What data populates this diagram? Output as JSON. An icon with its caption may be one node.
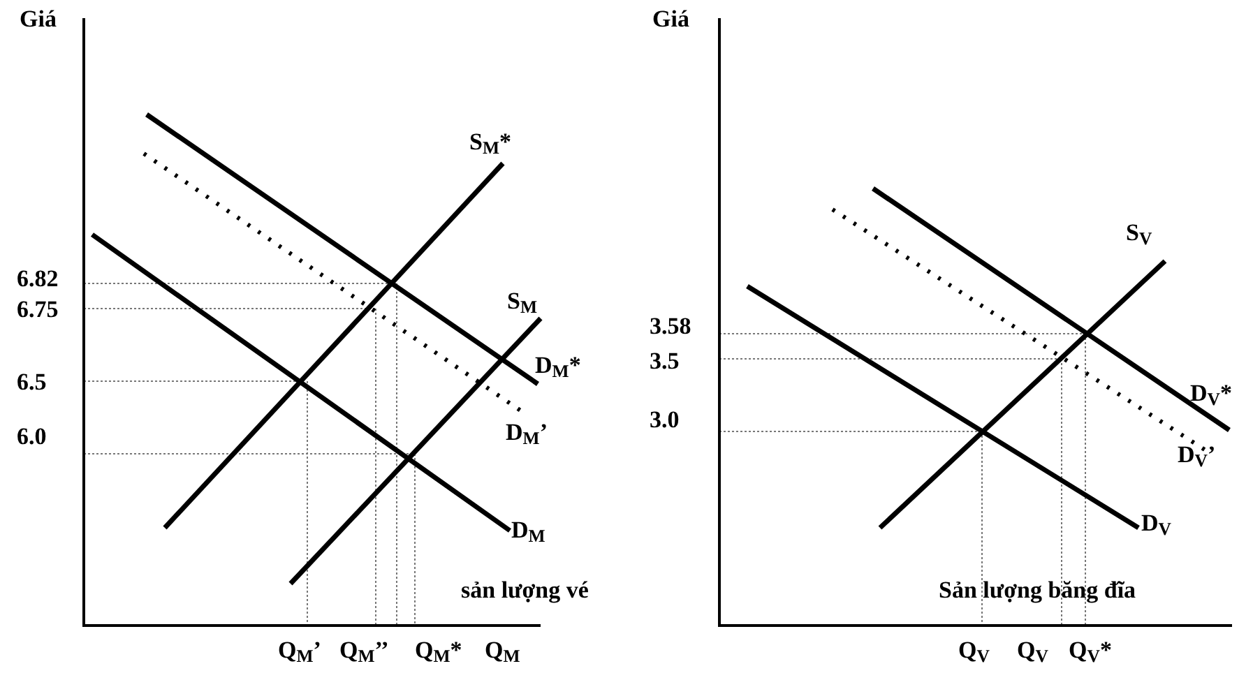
{
  "diagram": {
    "labels": [
      "Giá",
      "S$_{M}$*",
      "6.82",
      "6.75",
      "S$_{M}$",
      "D$_{M}$*",
      "6.5",
      "6.0",
      "D$_{M}$’",
      "D$_{M}$",
      "sản lượng vé",
      "Q$_{M}$’",
      "Q$_{M}$’’",
      "Q$_{M}$*",
      "Q$_{M}$",
      "Giá",
      "S$_{V}$",
      "3.58",
      "3.5",
      "D$_{V}$*",
      "3.0",
      "D$_{V}$’",
      "D$_{V}$",
      "Sản lượng băng đĩa",
      "Q$_{V}$",
      "Q$_{V}$",
      "Q$_{V}$*"
    ]
  }
}
